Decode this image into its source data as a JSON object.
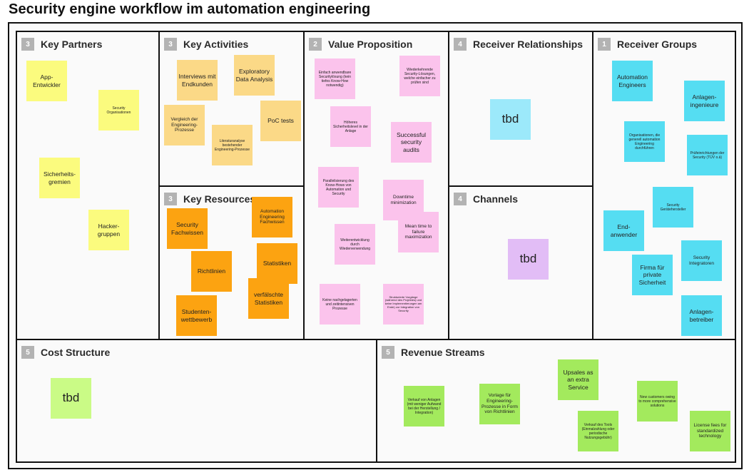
{
  "title": "Security engine workflow im automation engineering",
  "sections": {
    "key_partners": {
      "number": "3",
      "title": "Key Partners",
      "notes": [
        "App-\nEntwickler",
        "Security Organisationen",
        "Sicherheits-\ngremien",
        "Hacker-\ngruppen"
      ]
    },
    "key_activities": {
      "number": "3",
      "title": "Key Activities",
      "notes": [
        "Interviews mit Endkunden",
        "Exploratory Data Analysis",
        "Vergleich der Engineering-Prozesse",
        "PoC tests",
        "Literaturanalyse bestehender Engineering-Prozesse"
      ]
    },
    "key_resources": {
      "number": "3",
      "title": "Key Resources",
      "notes": [
        "Security Fachwissen",
        "Automation Engineering Fachwissen",
        "Richtlinien",
        "Statistiken",
        "verfälschte Statistiken",
        "Studenten-\nwettbewerb"
      ]
    },
    "value_proposition": {
      "number": "2",
      "title": "Value Proposition",
      "notes": [
        "Einfach anwendbare Securitylösung (kein tiefes Know-How notwendig)",
        "Wiederkehrende Security-Lösungen, welche einfacher zu prüfen sind",
        "Höheres Sicherheitslevel in der Anlage",
        "Successful security audits",
        "Parallelisierung des Know-Hows von Automation und Security",
        "Downtime minimization",
        "Mean time to failure maximization",
        "Weiterentwicklung durch Wiederverwendung",
        "Keine nachgelagerten und zeitintensiven Prozesse",
        "Strukturierte Vorgänge (während des Projektes) und keine Implementierungen am Ende) zur Integration von Security"
      ]
    },
    "receiver_relationships": {
      "number": "4",
      "title": "Receiver Relationships",
      "notes": [
        "tbd"
      ]
    },
    "channels": {
      "number": "4",
      "title": "Channels",
      "notes": [
        "tbd"
      ]
    },
    "receiver_groups": {
      "number": "1",
      "title": "Receiver Groups",
      "notes": [
        "Automation Engineers",
        "Anlagen-\ningenieure",
        "Organisationen, die generell automation Engineering durchführen",
        "Prüfeinrichtungen der Security (TÜV o.ä)",
        "Security Gerätehersteller",
        "End-\nanwender",
        "Security Integratoren",
        "Firma für private Sicherheit",
        "Anlagen-\nbetreiber"
      ]
    },
    "cost_structure": {
      "number": "5",
      "title": "Cost Structure",
      "notes": [
        "tbd"
      ]
    },
    "revenue_streams": {
      "number": "5",
      "title": "Revenue Streams",
      "notes": [
        "Verkauf von Anlagen (mit weniger Aufwand bei der Herstellung / Integration)",
        "Vorlage für Engineering-Prozesse in Form von Richtlinien",
        "Upsales as an extra Service",
        "Verkauf des Tools (Einmalzahlung oder periodische Nutzungsgebühr)",
        "New customers owing to more comprehensive solutions",
        "License fees for standardized technology"
      ]
    }
  },
  "colors": {
    "key_partners": "#fbfb7e",
    "key_activities": "#fbd987",
    "key_resources": "#fca311",
    "value_proposition": "#fbc3ec",
    "receiver_relationships": "#9ce9fa",
    "channels": "#e2bdf6",
    "receiver_groups": "#55ddf2",
    "cost_structure": "#cafb86",
    "revenue_streams": "#a3ea5d"
  }
}
